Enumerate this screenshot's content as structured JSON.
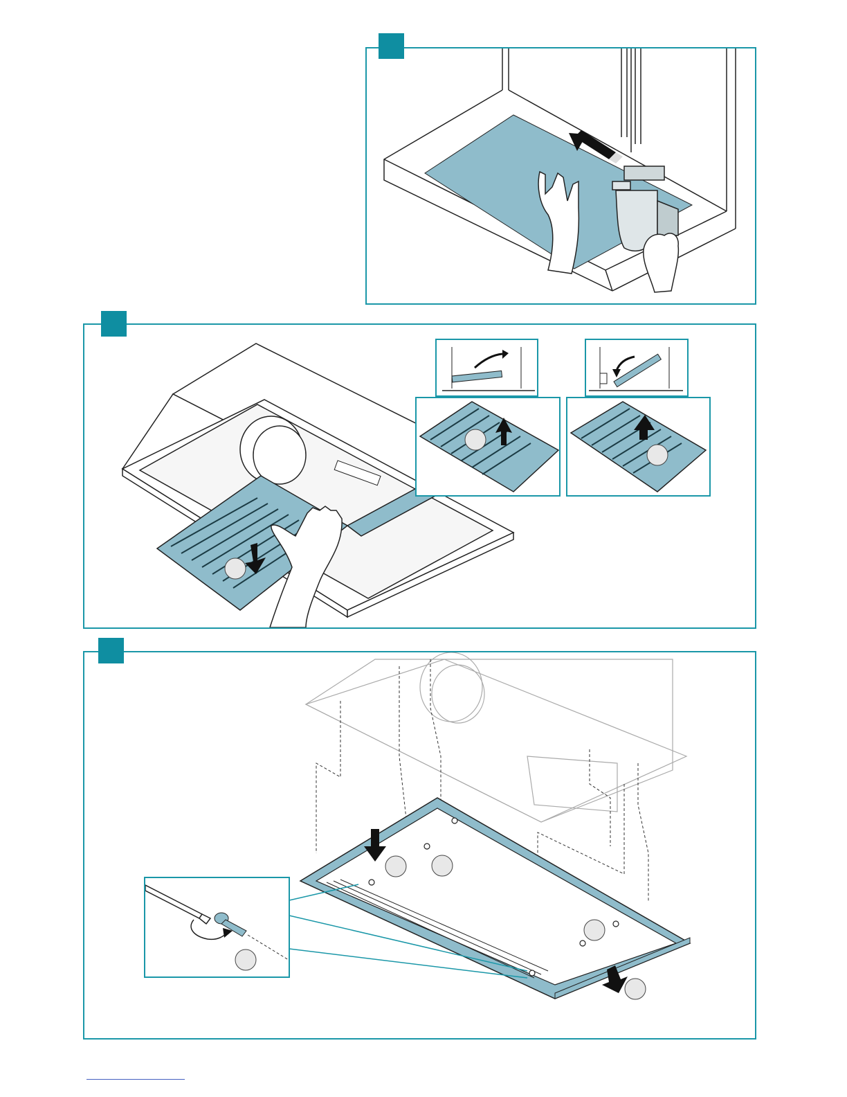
{
  "document": {
    "type": "installation-illustration-page",
    "accent_color": "#1a97a8",
    "badge_color": "#0f8ea1",
    "part_fill_color": "#8fbccb",
    "steps": [
      {
        "label": "",
        "illustration": "mounting-template-drilling"
      },
      {
        "label": "",
        "illustration": "grease-filter-removal",
        "detail_views": 2
      },
      {
        "label": "",
        "illustration": "frame-screw-mounting",
        "detail_views": 1
      }
    ],
    "callouts": [
      "",
      "",
      "",
      "",
      "",
      "",
      "",
      ""
    ],
    "icons": [
      "arrow-up-icon",
      "arrow-down-icon",
      "curved-arrow-icon",
      "screwdriver-icon",
      "screw-icon",
      "hand-icon",
      "drill-icon"
    ]
  }
}
